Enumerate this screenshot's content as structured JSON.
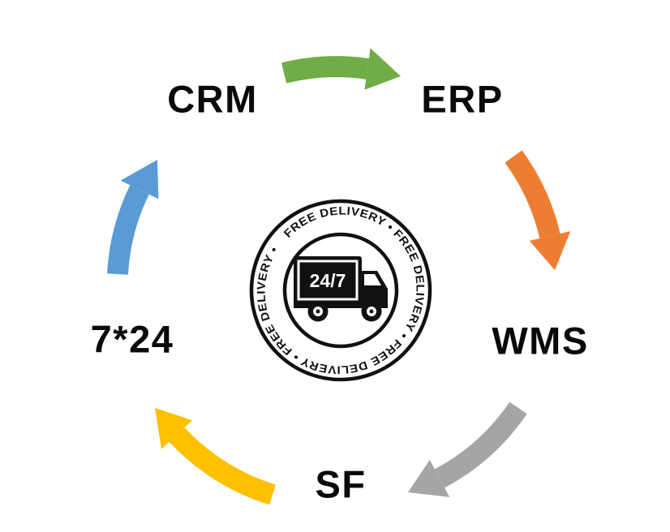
{
  "diagram": {
    "nodes": [
      {
        "id": "crm",
        "label": "CRM"
      },
      {
        "id": "erp",
        "label": "ERP"
      },
      {
        "id": "wms",
        "label": "WMS"
      },
      {
        "id": "sf",
        "label": "SF"
      },
      {
        "id": "7x24",
        "label": "7*24"
      }
    ],
    "arrows": [
      {
        "from": "CRM",
        "to": "ERP",
        "color": "#70AD47"
      },
      {
        "from": "ERP",
        "to": "WMS",
        "color": "#ED7D31"
      },
      {
        "from": "WMS",
        "to": "SF",
        "color": "#A5A5A5"
      },
      {
        "from": "SF",
        "to": "7*24",
        "color": "#FFC000"
      },
      {
        "from": "7*24",
        "to": "CRM",
        "color": "#5B9BD5"
      }
    ],
    "badge": {
      "ring_text": "FREE DELIVERY • FREE DELIVERY • FREE DELIVERY • FREE DELIVERY •",
      "truck_label": "24/7"
    },
    "colors": {
      "text": "#0a0a0a",
      "badge_ink": "#111111",
      "background": "#ffffff"
    }
  }
}
